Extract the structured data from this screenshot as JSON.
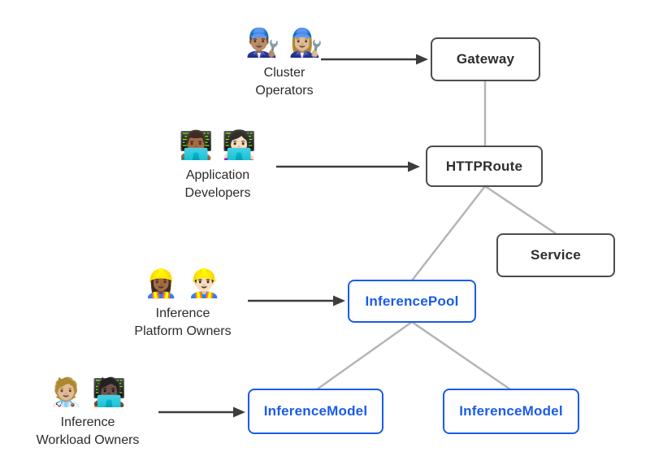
{
  "diagram": {
    "personas": [
      {
        "id": "cluster-operators",
        "emoji": "👨🏽‍🔧 👩🏼‍🔧",
        "label_lines": [
          "Cluster",
          "Operators"
        ]
      },
      {
        "id": "application-developers",
        "emoji": "👨🏾‍💻 👩🏻‍💻",
        "label_lines": [
          "Application",
          "Developers"
        ]
      },
      {
        "id": "inference-platform-owners",
        "emoji": "👷🏾‍♀️ 👷🏻‍♂️",
        "label_lines": [
          "Inference",
          "Platform Owners"
        ]
      },
      {
        "id": "inference-workload-owners",
        "emoji": "🧑🏼‍⚕️ 🧑🏿‍💻",
        "label_lines": [
          "Inference",
          "Workload Owners"
        ]
      }
    ],
    "nodes": [
      {
        "id": "gateway",
        "label": "Gateway",
        "variant": "dark"
      },
      {
        "id": "httproute",
        "label": "HTTPRoute",
        "variant": "dark"
      },
      {
        "id": "service",
        "label": "Service",
        "variant": "dark"
      },
      {
        "id": "inferencepool",
        "label": "InferencePool",
        "variant": "blue"
      },
      {
        "id": "inferencemodel-left",
        "label": "InferenceModel",
        "variant": "blue"
      },
      {
        "id": "inferencemodel-right",
        "label": "InferenceModel",
        "variant": "blue"
      }
    ],
    "colors": {
      "bg": "#ffffff",
      "node-border-dark": "#4d4d4d",
      "node-text-dark": "#2e2e2e",
      "blue": "#1a5ce8",
      "connector": "#b5b5b5",
      "arrow": "#3d3d3d",
      "persona-text": "#2b2b2b"
    }
  }
}
